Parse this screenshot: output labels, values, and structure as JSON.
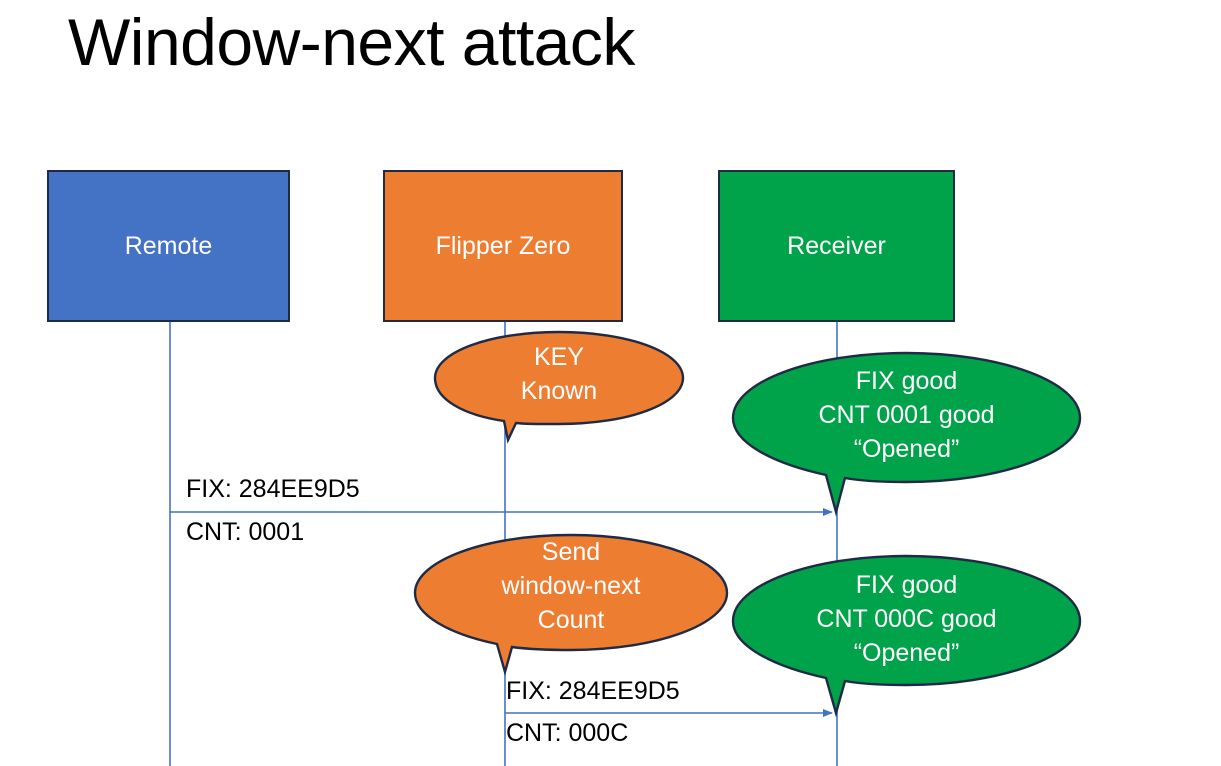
{
  "slide": {
    "title": "Window-next attack",
    "background_color": "#FFFFFF"
  },
  "colors": {
    "remote_blue": "#4472C4",
    "flipper_orange": "#ED7D31",
    "receiver_green": "#00A24A",
    "outline_navy": "#1F2A44",
    "lifeline_blue": "#4472C4",
    "text_dark": "#000000",
    "text_light": "#FFFFFF"
  },
  "actors": [
    {
      "id": "remote",
      "label": "Remote",
      "color": "#4472C4"
    },
    {
      "id": "flipper",
      "label": "Flipper Zero",
      "color": "#ED7D31"
    },
    {
      "id": "receiver",
      "label": "Receiver",
      "color": "#00A24A"
    }
  ],
  "callouts": [
    {
      "id": "key-known",
      "owner": "flipper",
      "color": "#ED7D31",
      "text": "KEY\nKnown",
      "lines": [
        "KEY",
        "Known"
      ]
    },
    {
      "id": "receiver-verdict-1",
      "owner": "receiver",
      "color": "#00A24A",
      "text": "FIX good\nCNT 0001 good\n“Opened”",
      "lines": [
        "FIX good",
        "CNT 0001 good",
        "“Opened”"
      ]
    },
    {
      "id": "send-window-next",
      "owner": "flipper",
      "color": "#ED7D31",
      "text": "Send\nwindow-next\nCount",
      "lines": [
        "Send",
        "window-next",
        "Count"
      ]
    },
    {
      "id": "receiver-verdict-2",
      "owner": "receiver",
      "color": "#00A24A",
      "text": "FIX good\nCNT 000C good\n“Opened”",
      "lines": [
        "FIX good",
        "CNT 000C good",
        "“Opened”"
      ]
    }
  ],
  "messages": [
    {
      "id": "msg-remote-to-receiver",
      "from": "remote",
      "to": "receiver",
      "fix_label": "FIX: 284EE9D5",
      "cnt_label": "CNT: 0001"
    },
    {
      "id": "msg-flipper-to-receiver",
      "from": "flipper",
      "to": "receiver",
      "fix_label": "FIX: 284EE9D5",
      "cnt_label": "CNT: 000C"
    }
  ]
}
